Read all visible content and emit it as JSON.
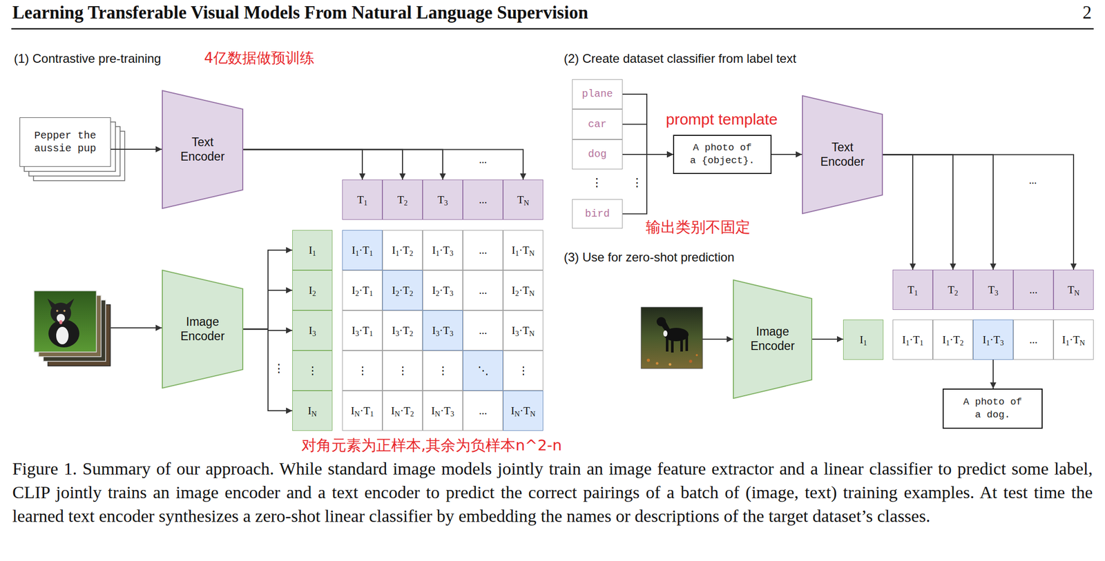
{
  "diagram": {
    "title": "Learning Transferable Visual Models From Natural Language Supervision",
    "caption": "Figure 1. Summary of our approach. While standard image models jointly train an image feature extractor and a linear classifier to predict some label, CLIP jointly trains an image encoder and a text encoder to predict the correct pairings of a batch of (image, text) training examples. At test time the learned text encoder synthesizes a zero-shot linear classifier by embedding the names or descriptions of the target dataset’s classes.",
    "nodes": [
      {
        "text": [
          "Pepper the aussie pup"
        ]
      },
      {
        "text": [
          "Text Encoder"
        ]
      },
      {
        "text": [
          "T1"
        ]
      },
      {
        "text": [
          "T2"
        ]
      },
      {
        "text": [
          "T3"
        ]
      },
      {
        "text": [
          "..."
        ]
      },
      {
        "text": [
          "TN"
        ]
      },
      {
        "text": [
          "Image Encoder"
        ]
      },
      {
        "text": [
          "I1"
        ]
      },
      {
        "text": [
          "I2"
        ]
      },
      {
        "text": [
          "I3"
        ]
      },
      {
        "text": [
          "⋮"
        ]
      },
      {
        "text": [
          "IN"
        ]
      },
      {
        "text": [
          "I1·T1"
        ]
      },
      {
        "text": [
          "I1·T2"
        ]
      },
      {
        "text": [
          "I1·T3"
        ]
      },
      {
        "text": [
          "..."
        ]
      },
      {
        "text": [
          "I1·TN"
        ]
      },
      {
        "text": [
          "I2·T1"
        ]
      },
      {
        "text": [
          "I2·T2"
        ]
      },
      {
        "text": [
          "I2·T3"
        ]
      },
      {
        "text": [
          "..."
        ]
      },
      {
        "text": [
          "I2·TN"
        ]
      },
      {
        "text": [
          "I3·T1"
        ]
      },
      {
        "text": [
          "I3·T2"
        ]
      },
      {
        "text": [
          "I3·T3"
        ]
      },
      {
        "text": [
          "..."
        ]
      },
      {
        "text": [
          "I3·TN"
        ]
      },
      {
        "text": [
          "⋮"
        ]
      },
      {
        "text": [
          "⋮"
        ]
      },
      {
        "text": [
          "⋮"
        ]
      },
      {
        "text": [
          "⋱"
        ]
      },
      {
        "text": [
          "⋮"
        ]
      },
      {
        "text": [
          "IN·T1"
        ]
      },
      {
        "text": [
          "IN·T2"
        ]
      },
      {
        "text": [
          "IN·T3"
        ]
      },
      {
        "text": [
          "..."
        ]
      },
      {
        "text": [
          "IN·TN"
        ]
      },
      {
        "text": [
          "plane"
        ]
      },
      {
        "text": [
          "car"
        ]
      },
      {
        "text": [
          "dog"
        ]
      },
      {
        "text": [
          "bird"
        ]
      },
      {
        "text": [
          "A photo of a {object}."
        ]
      },
      {
        "text": [
          "Text Encoder"
        ]
      },
      {
        "text": [
          "T1"
        ]
      },
      {
        "text": [
          "T2"
        ]
      },
      {
        "text": [
          "T3"
        ]
      },
      {
        "text": [
          "..."
        ]
      },
      {
        "text": [
          "TN"
        ]
      },
      {
        "text": [
          "Image Encoder"
        ]
      },
      {
        "text": [
          "I1"
        ]
      },
      {
        "text": [
          "I1·T1"
        ]
      },
      {
        "text": [
          "I1·T2"
        ]
      },
      {
        "text": [
          "I1·T3"
        ]
      },
      {
        "text": [
          "..."
        ]
      },
      {
        "text": [
          "I1·TN"
        ]
      },
      {
        "text": [
          "A photo of a dog."
        ]
      }
    ],
    "edges": [
      {
        "from": 0,
        "to": 1,
        "arrow": "to"
      },
      {
        "from": 1,
        "to": 2,
        "arrow": "to"
      },
      {
        "from": 1,
        "to": 3,
        "arrow": "to"
      },
      {
        "from": 1,
        "to": 4,
        "arrow": "to"
      },
      {
        "from": 1,
        "to": 6,
        "arrow": "to"
      },
      {
        "from": 7,
        "to": 8,
        "arrow": "to"
      },
      {
        "from": 7,
        "to": 9,
        "arrow": "to"
      },
      {
        "from": 7,
        "to": 10,
        "arrow": "to"
      },
      {
        "from": 7,
        "to": 12,
        "arrow": "to"
      },
      {
        "from": 38,
        "to": 42,
        "arrow": "to"
      },
      {
        "from": 39,
        "to": 42,
        "arrow": "to"
      },
      {
        "from": 40,
        "to": 42,
        "arrow": "to"
      },
      {
        "from": 41,
        "to": 42,
        "arrow": "to"
      },
      {
        "from": 42,
        "to": 43,
        "arrow": "to"
      },
      {
        "from": 43,
        "to": 44,
        "arrow": "to"
      },
      {
        "from": 43,
        "to": 45,
        "arrow": "to"
      },
      {
        "from": 43,
        "to": 46,
        "arrow": "to"
      },
      {
        "from": 43,
        "to": 48,
        "arrow": "to"
      },
      {
        "from": 49,
        "to": 50,
        "arrow": "to"
      },
      {
        "from": 53,
        "to": 56,
        "arrow": "to"
      }
    ],
    "labels": [
      "(1) Contrastive pre-training",
      "4亿数据做预训练",
      "...",
      "⋮",
      "对角元素为正样本,其余为负样本n^2-n",
      "(2) Create dataset classifier from label text",
      "prompt template",
      "⋮",
      "⋮",
      "输出类别不固定",
      "...",
      "(3) Use for zero-shot prediction",
      "2"
    ]
  }
}
